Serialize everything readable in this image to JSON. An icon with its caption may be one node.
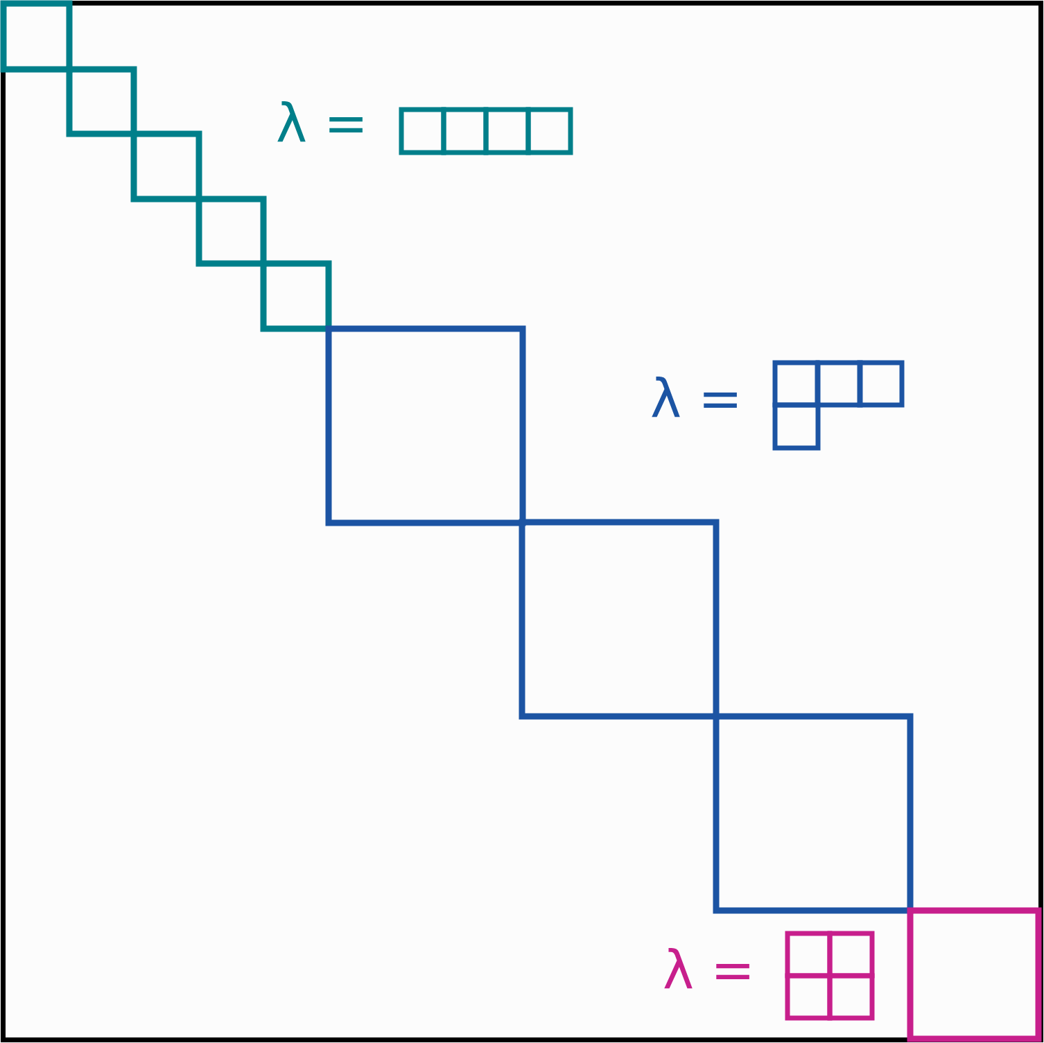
{
  "diagram": {
    "labels": [
      "λ =",
      "λ =",
      "λ ="
    ]
  }
}
